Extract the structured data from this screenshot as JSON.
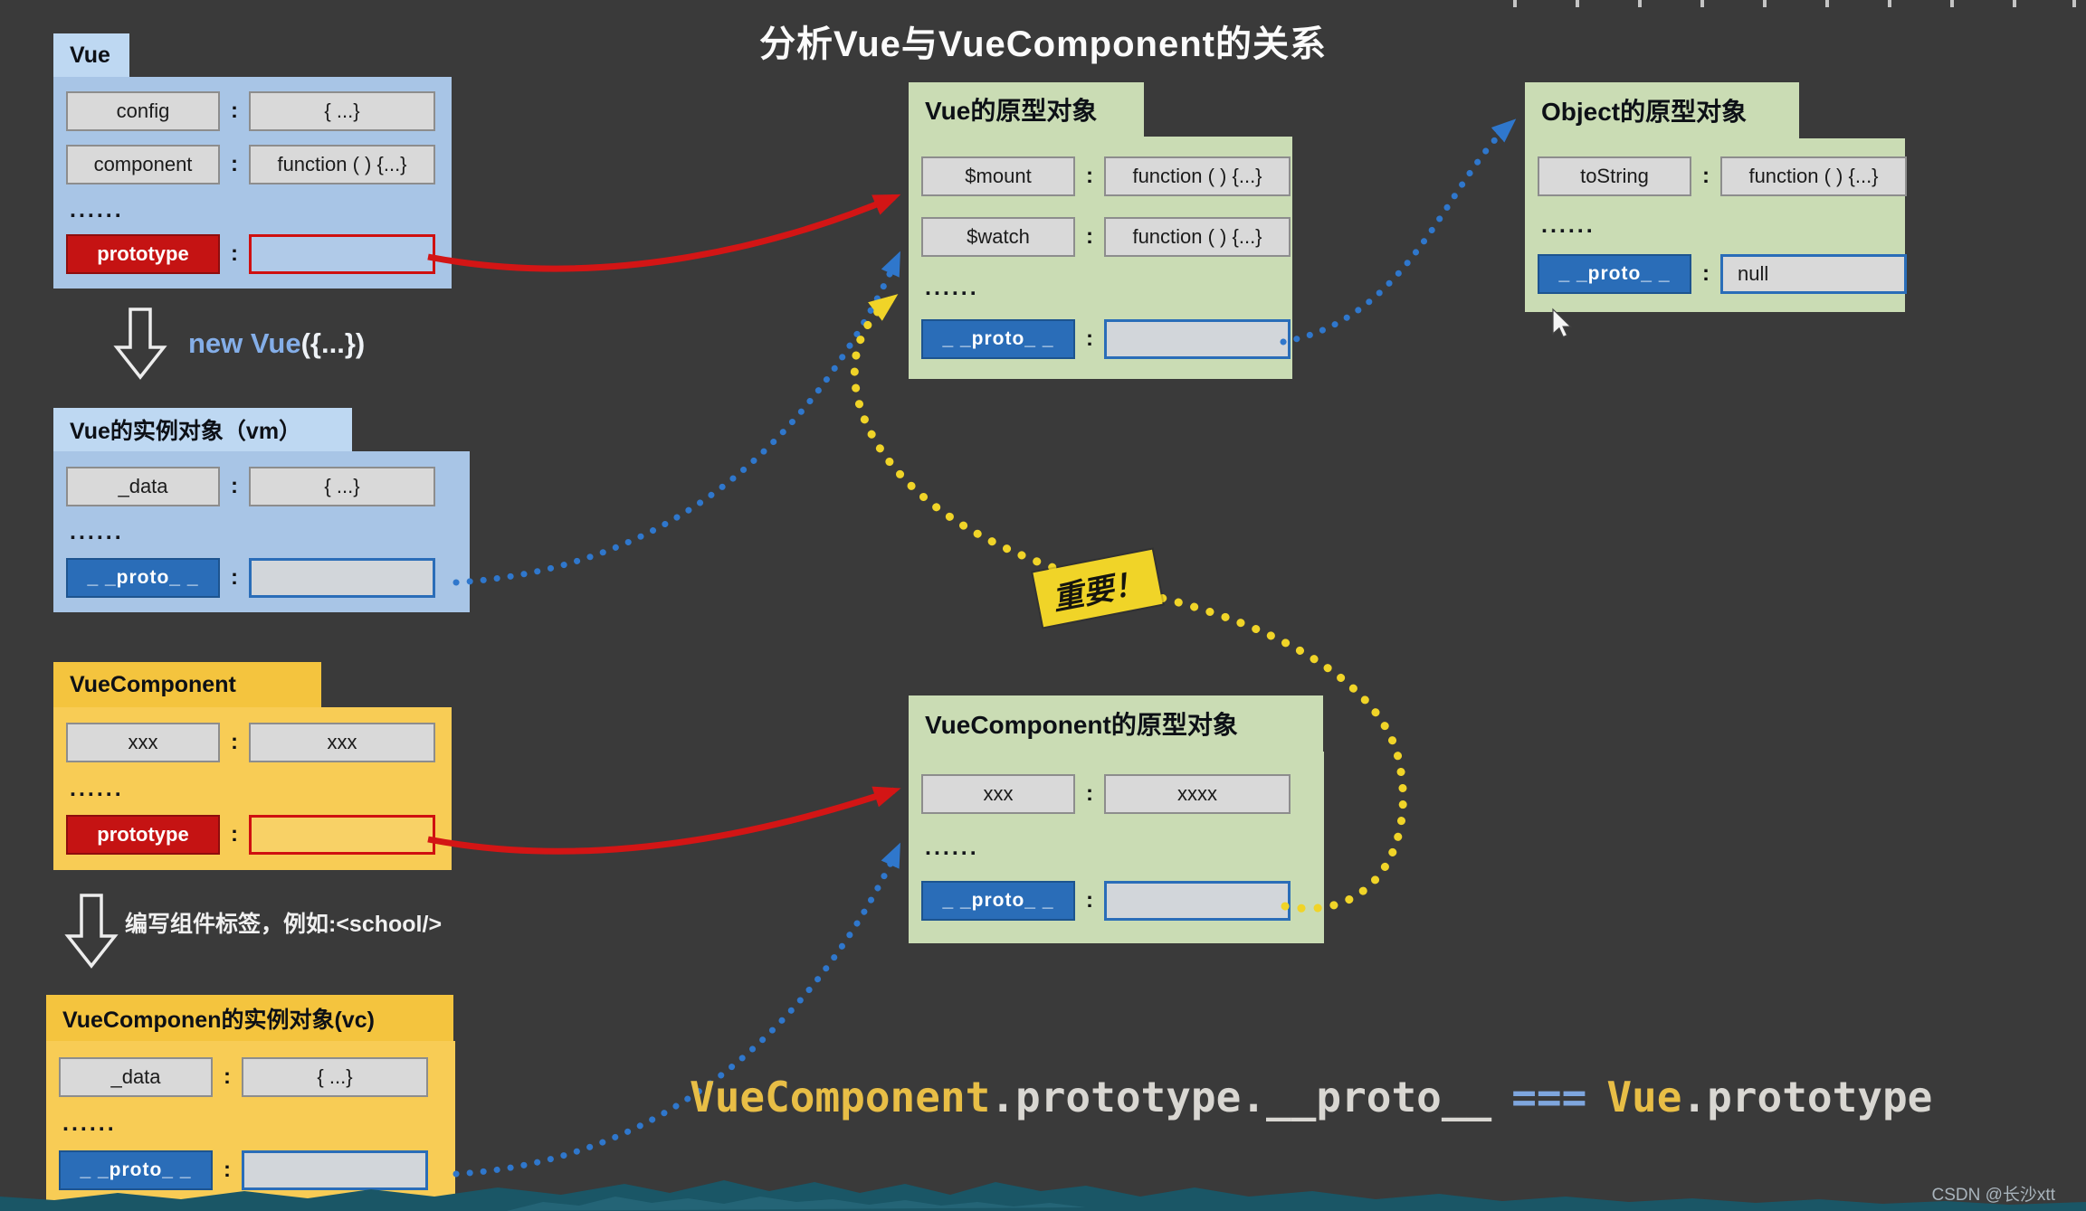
{
  "page": {
    "title": "分析Vue与VueComponent的关系",
    "colon": ":",
    "dots": "......",
    "watermark": "CSDN @长沙xtt"
  },
  "vue_box": {
    "title": "Vue",
    "row1": {
      "key": "config",
      "value": "{ ...}"
    },
    "row2": {
      "key": "component",
      "value": "function ( ) {...}"
    },
    "row3": {
      "key": "prototype"
    }
  },
  "new_vue_label": {
    "accent": "new Vue",
    "rest": "({...})"
  },
  "vm_box": {
    "title": "Vue的实例对象（vm）",
    "row1": {
      "key": "_data",
      "value": "{ ...}"
    },
    "row2": {
      "key": "_ _proto_ _"
    }
  },
  "component_box": {
    "title": "VueComponent",
    "row1": {
      "key": "xxx",
      "value": "xxx"
    },
    "row2": {
      "key": "prototype"
    }
  },
  "school_label": "编写组件标签，例如:<school/>",
  "vc_box": {
    "title": "VueComponen的实例对象(vc)",
    "row1": {
      "key": "_data",
      "value": "{ ...}"
    },
    "row2": {
      "key": "_ _proto_ _"
    }
  },
  "vue_proto_box": {
    "title": "Vue的原型对象",
    "row1": {
      "key": "$mount",
      "value": "function ( ) {...}"
    },
    "row2": {
      "key": "$watch",
      "value": "function ( ) {...}"
    },
    "row3": {
      "key": "_ _proto_ _"
    }
  },
  "object_proto_box": {
    "title": "Object的原型对象",
    "row1": {
      "key": "toString",
      "value": "function ( ) {...}"
    },
    "row2": {
      "key": "_ _proto_ _",
      "value": "null"
    }
  },
  "vc_proto_box": {
    "title": "VueComponent的原型对象",
    "row1": {
      "key": "xxx",
      "value": "xxxx"
    },
    "row2": {
      "key": "_ _proto_ _"
    }
  },
  "important_label": "重要！",
  "equation": {
    "lhs_object": "VueComponent",
    "lhs_mid": ".prototype.",
    "lhs_prop": "__proto__",
    "operator": "===",
    "rhs_object": "Vue",
    "rhs_prop": ".prototype"
  }
}
